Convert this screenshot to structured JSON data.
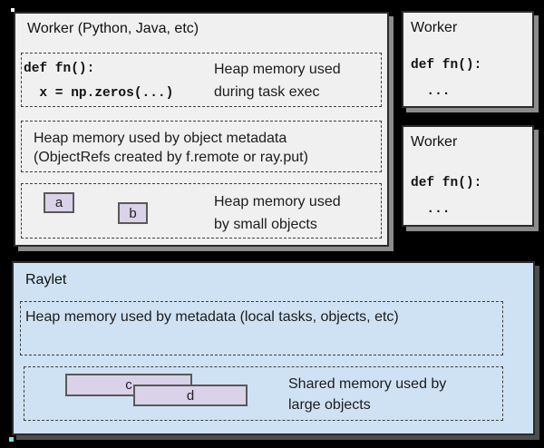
{
  "main_worker": {
    "title": "Worker (Python, Java, etc)",
    "task_exec": {
      "code": "def fn():\n  x = np.zeros(...)",
      "label": [
        "Heap memory used",
        "during task exec"
      ]
    },
    "object_metadata": {
      "label": [
        "Heap memory used by object metadata",
        "(ObjectRefs created by f.remote or ray.put)"
      ]
    },
    "small_objects": {
      "label": [
        "Heap memory used",
        "by small objects"
      ],
      "objects": [
        "a",
        "b"
      ]
    }
  },
  "right_workers": [
    {
      "title": "Worker",
      "code": "def fn():\n  ..."
    },
    {
      "title": "Worker",
      "code": "def fn():\n  ..."
    }
  ],
  "raylet": {
    "title": "Raylet",
    "metadata": {
      "label": "Heap memory used by metadata (local tasks, objects, etc)"
    },
    "shared": {
      "label": [
        "Shared memory used by",
        "large objects"
      ],
      "objects": [
        "c",
        "d"
      ]
    }
  },
  "colors": {
    "background": "#000000",
    "worker_panel_bg": "#f0f0f0",
    "raylet_panel_bg": "#cfe2f3",
    "object_fill": "#d9d2e9",
    "object_border": "#595959",
    "panel_border": "#2b2b2b",
    "worker_shadow": "#8c8c8c",
    "raylet_shadow": "#4e4e4e",
    "dashed_border": "#3f3f3f",
    "text": "#1c1c1c"
  }
}
